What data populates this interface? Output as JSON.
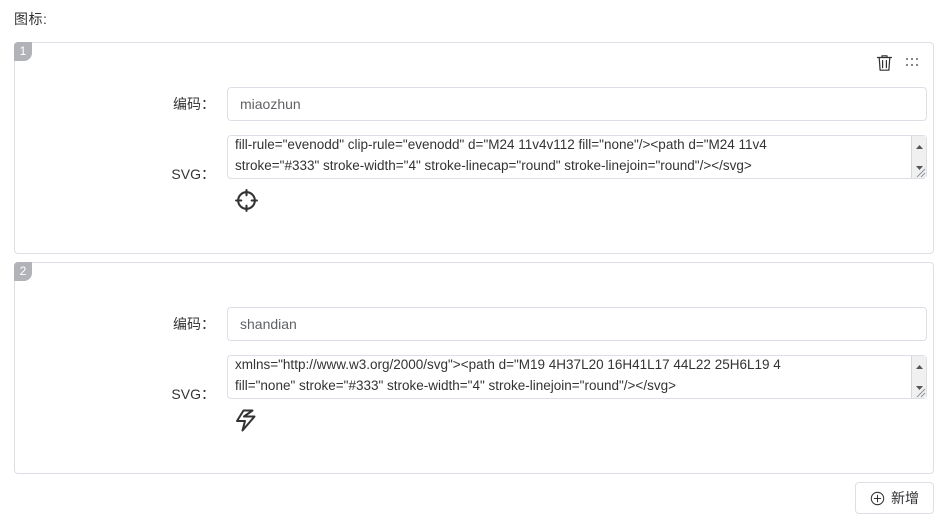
{
  "page": {
    "title": "图标:"
  },
  "labels": {
    "code": "编码：",
    "svg": "SVG："
  },
  "cards": [
    {
      "badge": "1",
      "code_value": "miaozhun",
      "svg_value": "fill-rule=\"evenodd\" clip-rule=\"evenodd\" d=\"M24 11v4v112 fill=\"none\"/><path d=\"M24 11v4\nstroke=\"#333\" stroke-width=\"4\" stroke-linecap=\"round\" stroke-linejoin=\"round\"/></svg>",
      "preview_icon": "target-crosshair-icon",
      "delete_icon": "trash-icon",
      "drag_icon": "drag-handle-icon"
    },
    {
      "badge": "2",
      "code_value": "shandian",
      "svg_value": "xmlns=\"http://www.w3.org/2000/svg\"><path d=\"M19 4H37L20 16H41L17 44L22 25H6L19 4\nfill=\"none\" stroke=\"#333\" stroke-width=\"4\" stroke-linejoin=\"round\"/></svg>",
      "preview_icon": "lightning-bolt-icon",
      "delete_icon": "trash-icon",
      "drag_icon": "drag-handle-icon"
    }
  ],
  "footer": {
    "add_label": "新增",
    "add_icon": "circle-plus-icon"
  },
  "colors": {
    "border": "#dcdfe6",
    "badge_bg": "#b1b3b8",
    "text": "#333333",
    "icon": "#333333"
  }
}
